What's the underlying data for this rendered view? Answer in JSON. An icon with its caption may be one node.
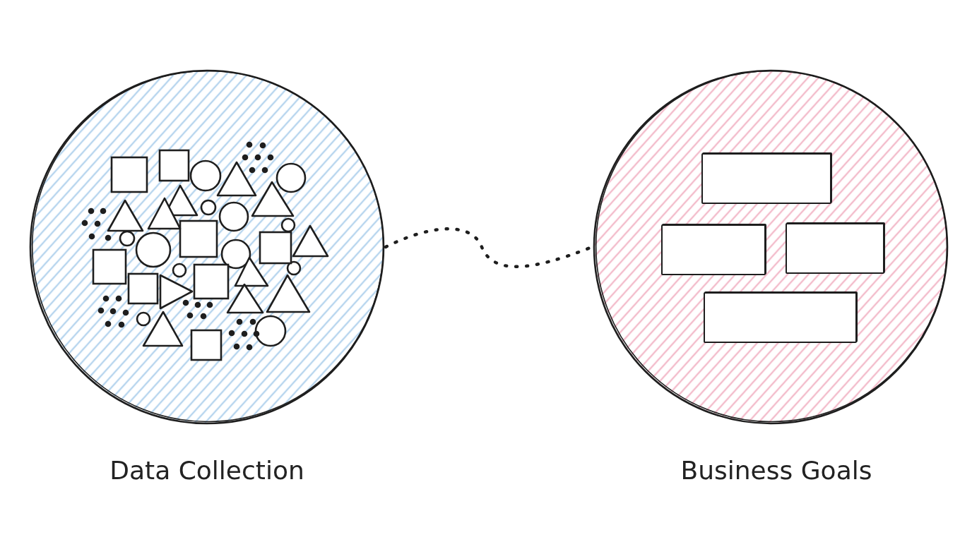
{
  "diagram": {
    "nodes": [
      {
        "text": [
          "Data Collection"
        ]
      },
      {
        "text": [
          "Business Goals"
        ]
      },
      {
        "text": [],
        "shape": "box",
        "in": 1
      },
      {
        "text": [],
        "shape": "box",
        "in": 1
      },
      {
        "text": [],
        "shape": "box",
        "in": 1
      },
      {
        "text": [],
        "shape": "box",
        "in": 1
      }
    ],
    "edges": [
      {
        "from": 0,
        "to": 1,
        "arrow": "none",
        "style": "dashed"
      }
    ]
  }
}
